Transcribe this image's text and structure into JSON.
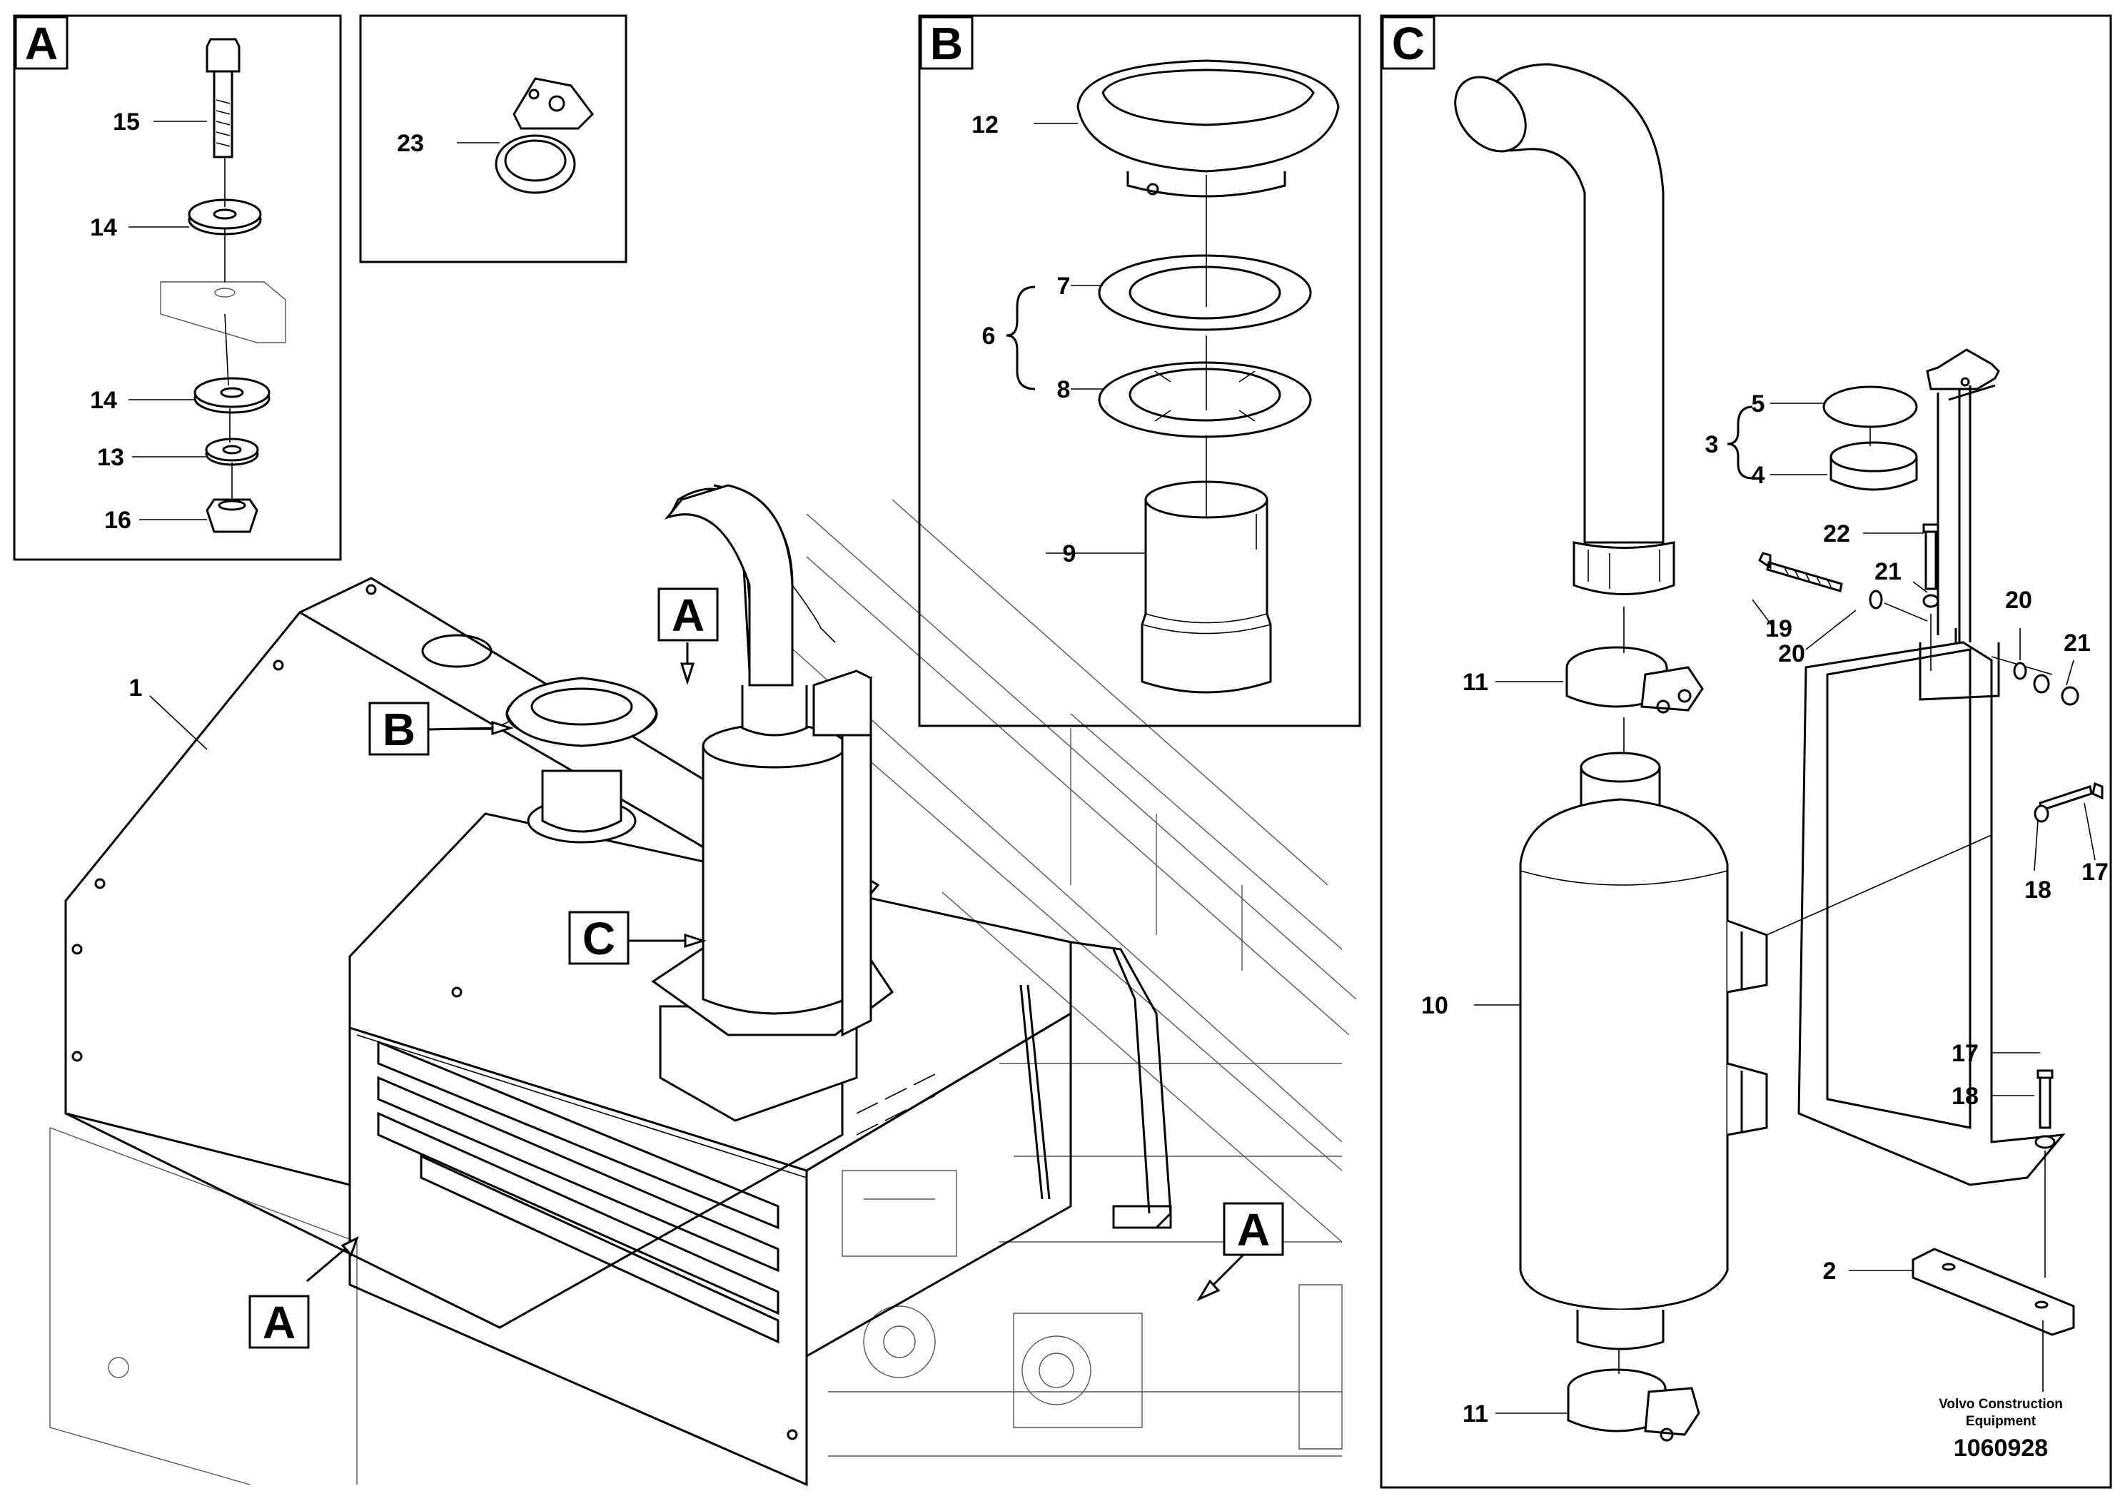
{
  "panel_labels": {
    "a": "A",
    "b": "B",
    "c": "C"
  },
  "callouts": {
    "a": "A",
    "b": "B",
    "c": "C"
  },
  "part_numbers": {
    "p1": "1",
    "p2": "2",
    "p3": "3",
    "p4": "4",
    "p5": "5",
    "p6": "6",
    "p7": "7",
    "p8": "8",
    "p9": "9",
    "p10": "10",
    "p11": "11",
    "p12": "12",
    "p13": "13",
    "p14": "14",
    "p15": "15",
    "p16": "16",
    "p17": "17",
    "p18": "18",
    "p19": "19",
    "p20": "20",
    "p21": "21",
    "p22": "22",
    "p23": "23"
  },
  "footer": {
    "company_line1": "Volvo Construction",
    "company_line2": "Equipment",
    "drawing_number": "1060928"
  }
}
